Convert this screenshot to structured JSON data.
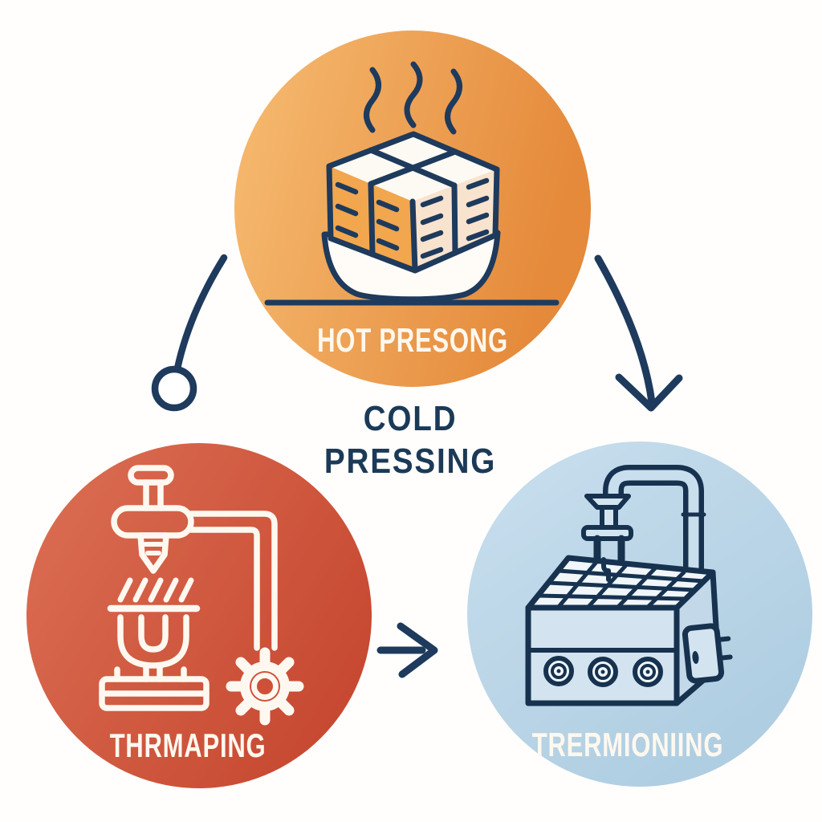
{
  "diagram_title": {
    "line1": "COLD",
    "line2": "PRESSING"
  },
  "nodes": {
    "top": {
      "label": "HOT PRESONG",
      "icon": "steaming-tofu-cubes-in-bowl"
    },
    "left": {
      "label": "THRMAPING",
      "icon": "heat-press-machine-with-gear"
    },
    "right": {
      "label": "TRERMIONIING",
      "icon": "thermal-press-machine"
    }
  },
  "colors": {
    "background": "#FFFEFD",
    "navy": "#1E3A5C",
    "navy_deep": "#16324F",
    "title_text": "#1B3A57",
    "label_text": "#FFF8EF",
    "orange_light": "#F6BC72",
    "orange_dark": "#E5893A",
    "red_light": "#DC7055",
    "red_dark": "#C74931",
    "blue_light": "#C9DFEE",
    "blue_dark": "#AECDE1",
    "white_stroke": "#FFF8F0",
    "cube_top": "#FDFAF4",
    "cube_left": "#F2A64E",
    "cube_right": "#F8E3CF",
    "bowl_fill": "#FFFCF8",
    "machine_panel": "#D3E4F0",
    "machine_side": "#C3D8E8",
    "machine_grid": "#F0F6FA",
    "gear_gap_red": "#CD5138"
  }
}
